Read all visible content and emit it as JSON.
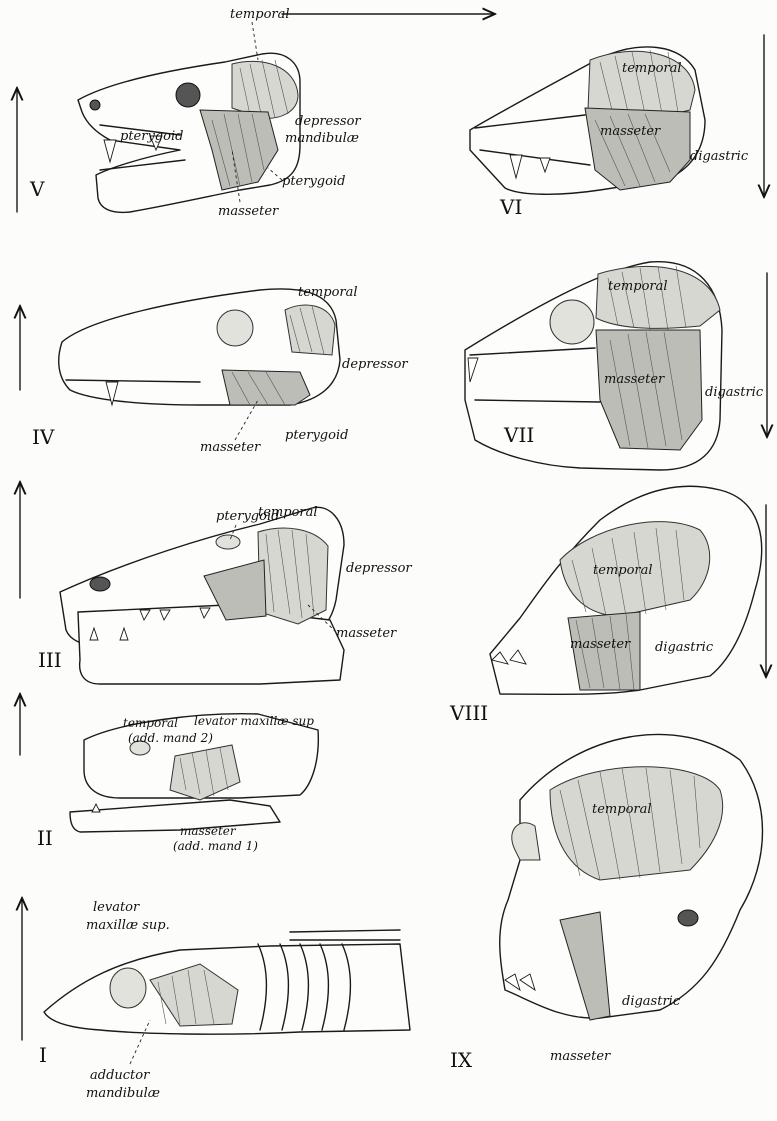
{
  "figures": [
    {
      "numeral": "I",
      "labels": [
        "levator",
        "maxillæ sup.",
        "adductor",
        "mandibulæ"
      ]
    },
    {
      "numeral": "II",
      "labels": [
        "temporal",
        "(add. mand 2)",
        "levator maxillæ sup",
        "masseter",
        "(add. mand 1)"
      ]
    },
    {
      "numeral": "III",
      "labels": [
        "pterygoid",
        "temporal",
        "depressor",
        "masseter"
      ]
    },
    {
      "numeral": "IV",
      "labels": [
        "temporal",
        "depressor",
        "masseter",
        "pterygoid"
      ]
    },
    {
      "numeral": "V",
      "labels": [
        "temporal",
        "depressor",
        "mandibulæ",
        "pterygoid",
        "pterygoid",
        "masseter"
      ]
    },
    {
      "numeral": "VI",
      "labels": [
        "temporal",
        "masseter",
        "digastric"
      ]
    },
    {
      "numeral": "VII",
      "labels": [
        "temporal",
        "masseter",
        "digastric"
      ]
    },
    {
      "numeral": "VIII",
      "labels": [
        "temporal",
        "masseter",
        "digastric"
      ]
    },
    {
      "numeral": "IX",
      "labels": [
        "temporal",
        "digastric",
        "masseter"
      ]
    }
  ],
  "arrows": {
    "top": "right",
    "left_column": "up",
    "right_column": "down"
  }
}
